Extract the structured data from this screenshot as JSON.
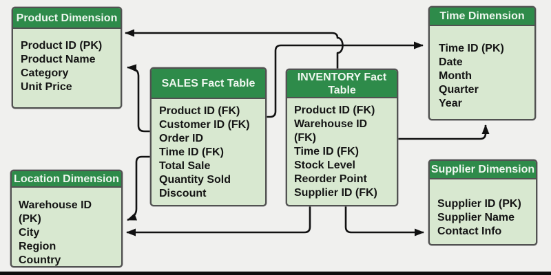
{
  "diagram": {
    "type": "warehouse-star-schema",
    "tables": {
      "product": {
        "title": "Product Dimension",
        "items": [
          "Product ID (PK)",
          "Product Name",
          "Category",
          "Unit Price"
        ]
      },
      "time": {
        "title": "Time Dimension",
        "items": [
          "Time ID (PK)",
          "Date",
          "Month",
          "Quarter",
          "Year"
        ]
      },
      "sales": {
        "title": "SALES Fact Table",
        "items": [
          "Product ID (FK)",
          "Customer ID (FK)",
          "Order ID",
          "Time ID (FK)",
          "Total Sale",
          "Quantity Sold",
          "Discount"
        ]
      },
      "inventory": {
        "title": "INVENTORY Fact Table",
        "items": [
          "Product ID (FK)",
          "Warehouse ID (FK)",
          "Time ID (FK)",
          "Stock Level",
          "Reorder Point",
          "Supplier ID (FK)"
        ]
      },
      "location": {
        "title": "Location Dimension",
        "items": [
          "Warehouse ID (PK)",
          "City",
          "Region",
          "Country"
        ]
      },
      "supplier": {
        "title": "Supplier Dimension",
        "items": [
          "Supplier ID (PK)",
          "Supplier Name",
          "Contact Info"
        ]
      }
    },
    "relationships": [
      {
        "from": "INVENTORY Fact Table",
        "to": "Product Dimension"
      },
      {
        "from": "SALES Fact Table",
        "to": "Product Dimension"
      },
      {
        "from": "SALES Fact Table",
        "to": "Time Dimension"
      },
      {
        "from": "INVENTORY Fact Table",
        "to": "Time Dimension"
      },
      {
        "from": "SALES Fact Table",
        "to": "Location Dimension"
      },
      {
        "from": "INVENTORY Fact Table",
        "to": "Location Dimension"
      },
      {
        "from": "INVENTORY Fact Table",
        "to": "Supplier Dimension"
      }
    ],
    "colors": {
      "header_green": "#2e8b4a",
      "body_green": "#d8e8d0",
      "border_gray": "#515151",
      "arrow_black": "#111111",
      "background": "#f0f0ee",
      "header_text": "#eef7ef",
      "body_text": "#141414"
    }
  }
}
